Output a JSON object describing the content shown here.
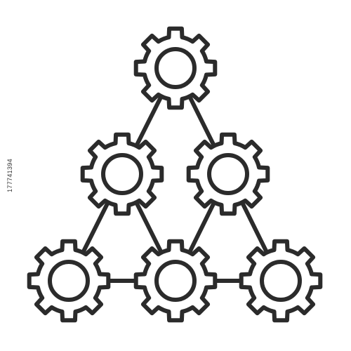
{
  "image_id_label": "177741394",
  "colors": {
    "stroke": "#2b2b2b",
    "background": "#ffffff"
  },
  "icon": {
    "name": "gear-network-icon",
    "gear_count": 6,
    "gear_teeth": 8
  }
}
